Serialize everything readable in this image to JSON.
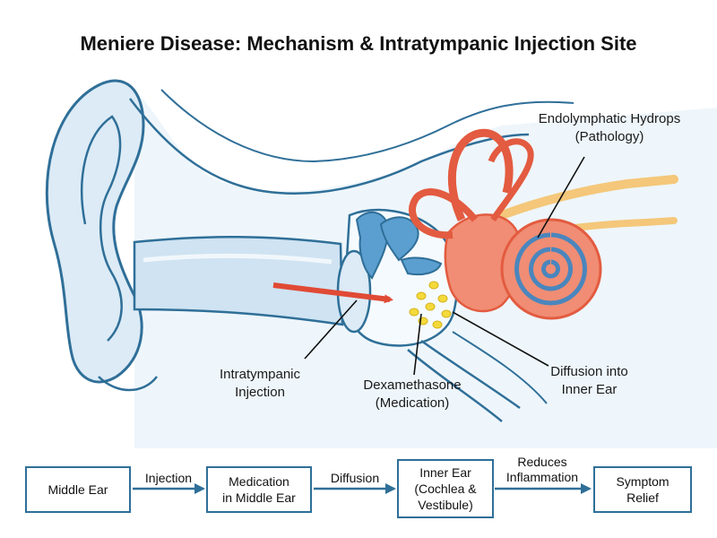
{
  "title": "Meniere Disease: Mechanism & Intratympanic Injection Site",
  "labels": {
    "hydrops": {
      "line1": "Endolymphatic Hydrops",
      "line2": "(Pathology)"
    },
    "injection": {
      "line1": "Intratympanic",
      "line2": "Injection"
    },
    "dexamethasone": {
      "line1": "Dexamethasone",
      "line2": "(Medication)"
    },
    "diffusion": {
      "line1": "Diffusion into",
      "line2": "Inner Ear"
    }
  },
  "flow": {
    "steps": [
      {
        "line1": "Middle Ear"
      },
      {
        "line1": "Medication",
        "line2": "in Middle Ear"
      },
      {
        "line1": "Inner Ear",
        "line2": "(Cochlea &",
        "line3": "Vestibule)"
      },
      {
        "line1": "Symptom",
        "line2": "Relief"
      }
    ],
    "edges": [
      {
        "line1": "Injection"
      },
      {
        "line1": "Diffusion"
      },
      {
        "line1": "Reduces",
        "line2": "Inflammation"
      }
    ]
  },
  "colors": {
    "outline": "#2f6f98",
    "skin": "#e3f0f8",
    "ossicles": "#5b9fd0",
    "labyrinth": "#e35b40",
    "labyrinth_fill": "#f08d74",
    "nerve": "#f4c77a",
    "medication": "#f4d93a",
    "arrow": "#e04a35",
    "flow_arrow": "#2f6f98"
  }
}
